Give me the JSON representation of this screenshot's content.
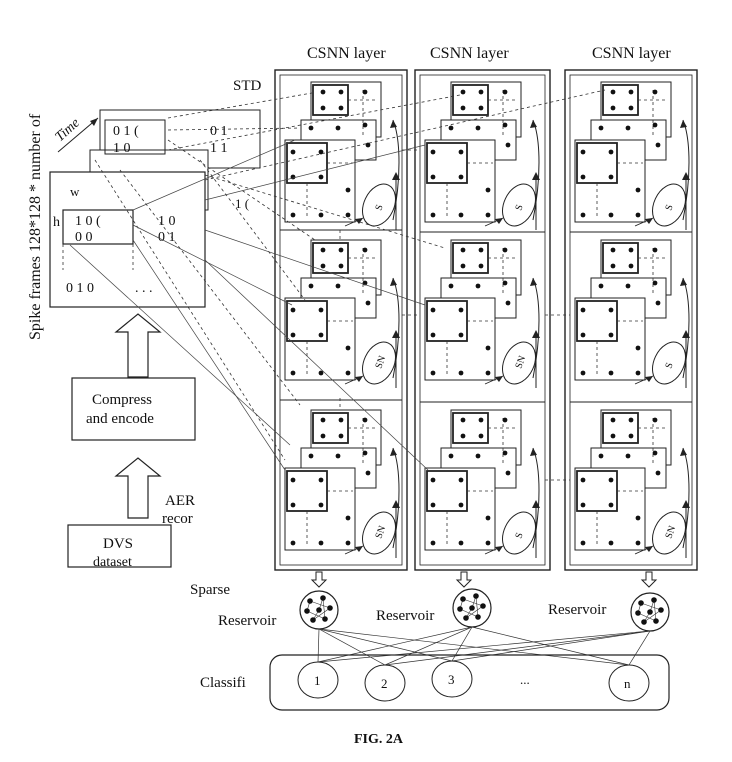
{
  "figure": {
    "caption": "FIG. 2A",
    "columns": [
      {
        "label": "CSNN layer"
      },
      {
        "label": "CSNN layer"
      },
      {
        "label": "CSNN layer"
      }
    ],
    "std_label": "STD",
    "time_label": "Time",
    "spike_label": "Spike frames 128*128 * number of",
    "matrix_w": "w",
    "matrix_h": "h",
    "matrix_values": {
      "back_left": [
        "0 1 (",
        "1 0"
      ],
      "back_right": [
        "0 1",
        "1 1"
      ],
      "front_left": [
        "1 0 (",
        "0 0"
      ],
      "front_right": [
        "1 0",
        "0 1"
      ],
      "bottom_row": "0 1 0",
      "dots": ". . .",
      "partial": "1 ("
    },
    "compress_label": [
      "Compress",
      "and encode"
    ],
    "aer_label": [
      "AER",
      "recor"
    ],
    "dvs_label": [
      "DVS",
      "dataset"
    ],
    "sparse_label": "Sparse",
    "reservoir_labels": [
      "Reservoir",
      "Reservoir",
      "Reservoir"
    ],
    "classifier_label": "Classifi",
    "classifier_nodes": [
      "1",
      "2",
      "3",
      "n"
    ],
    "classifier_dots": "...",
    "cell_labels": [
      "S",
      "SN",
      "SN",
      "S",
      "SN",
      "S",
      "S",
      "S",
      "SN"
    ]
  }
}
